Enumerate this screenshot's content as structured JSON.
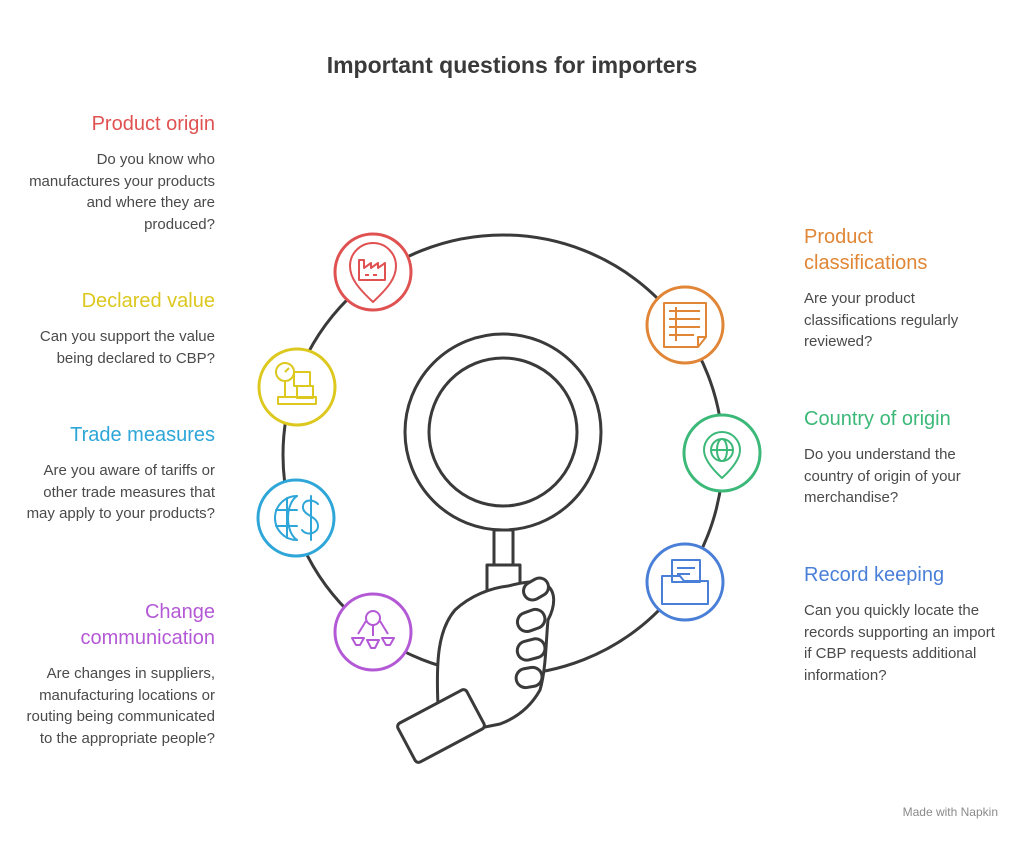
{
  "title": "Important questions for importers",
  "items": [
    {
      "heading": "Product origin",
      "text": "Do you know who manufactures your products and where they are produced?",
      "color": "#e05252",
      "icon": "factory-location-icon"
    },
    {
      "heading": "Declared value",
      "text": "Can you support the value being declared to CBP?",
      "color": "#dcc81e",
      "icon": "scale-boxes-icon"
    },
    {
      "heading": "Trade measures",
      "text": "Are you aware of tariffs or other trade measures that may apply to your products?",
      "color": "#2ea6d8",
      "icon": "globe-dollar-icon"
    },
    {
      "heading": "Change communication",
      "text": "Are changes in suppliers, manufacturing locations or routing being communicated to the appropriate people?",
      "color": "#b459d6",
      "icon": "network-people-icon"
    },
    {
      "heading": "Product classifications",
      "text": "Are your product classifications regularly reviewed?",
      "color": "#e08636",
      "icon": "document-list-icon"
    },
    {
      "heading": "Country of origin",
      "text": "Do you understand the country of origin of your merchandise?",
      "color": "#3cb878",
      "icon": "globe-pin-icon"
    },
    {
      "heading": "Record keeping",
      "text": "Can you quickly locate the records supporting an import if CBP requests additional information?",
      "color": "#4a7fd8",
      "icon": "folder-icon"
    }
  ],
  "watermark": "Made with Napkin"
}
